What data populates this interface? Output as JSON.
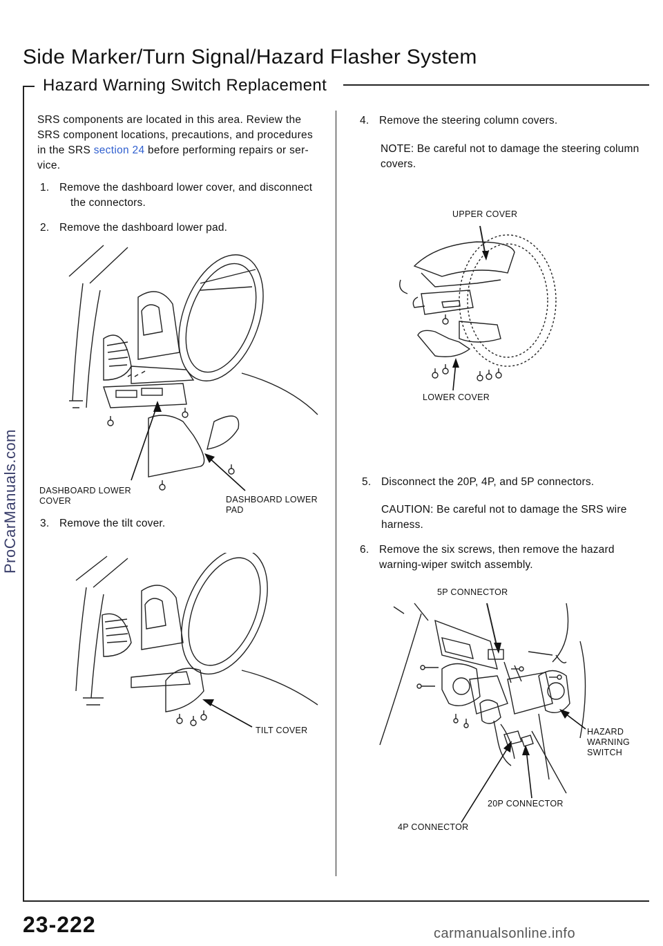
{
  "header": {
    "title": "Side Marker/Turn Signal/Hazard Flasher System",
    "subtitle": "Hazard Warning Switch Replacement"
  },
  "left": {
    "warning_line1": "SRS components are located in this area. Review the",
    "warning_line2": "SRS component locations, precautions, and procedures",
    "warning_line3_pre": "in the SRS ",
    "warning_link": "section 24",
    "warning_line3_post": " before performing repairs or ser-",
    "warning_line4": "vice.",
    "step1_num": "1.",
    "step1_line1": "Remove the dashboard lower cover, and disconnect",
    "step1_line2": "the connectors.",
    "step2_num": "2.",
    "step2_text": "Remove the dashboard lower pad.",
    "label_lower_cover_1": "DASHBOARD  LOWER",
    "label_lower_cover_2": "COVER",
    "label_lower_pad_1": "DASHBOARD LOWER",
    "label_lower_pad_2": "PAD",
    "step3_num": "3.",
    "step3_text": "Remove the tilt cover.",
    "label_tilt_cover": "TILT COVER"
  },
  "right": {
    "step4_num": "4.",
    "step4_text": "Remove the steering column covers.",
    "note_line1": "NOTE:  Be careful not to damage the steering column",
    "note_line2": "covers.",
    "label_upper_cover": "UPPER COVER",
    "label_lower_cover": "LOWER COVER",
    "step5_num": "5.",
    "step5_text": "Disconnect the 20P, 4P, and 5P connectors.",
    "caution_line1": "CAUTION:  Be careful not to damage the SRS wire",
    "caution_line2": "harness.",
    "step6_num": "6.",
    "step6_line1": "Remove the six screws, then remove the hazard",
    "step6_line2": "warning-wiper switch assembly.",
    "label_5p": "5P CONNECTOR",
    "label_hazard_1": "HAZARD",
    "label_hazard_2": "WARNING",
    "label_hazard_3": "SWITCH",
    "label_20p": "20P CONNECTOR",
    "label_4p": "4P CONNECTOR"
  },
  "footer": {
    "page_number": "23-222",
    "watermark_bottom": "carmanualsonline.info",
    "watermark_side": "ProCarManuals.com"
  }
}
